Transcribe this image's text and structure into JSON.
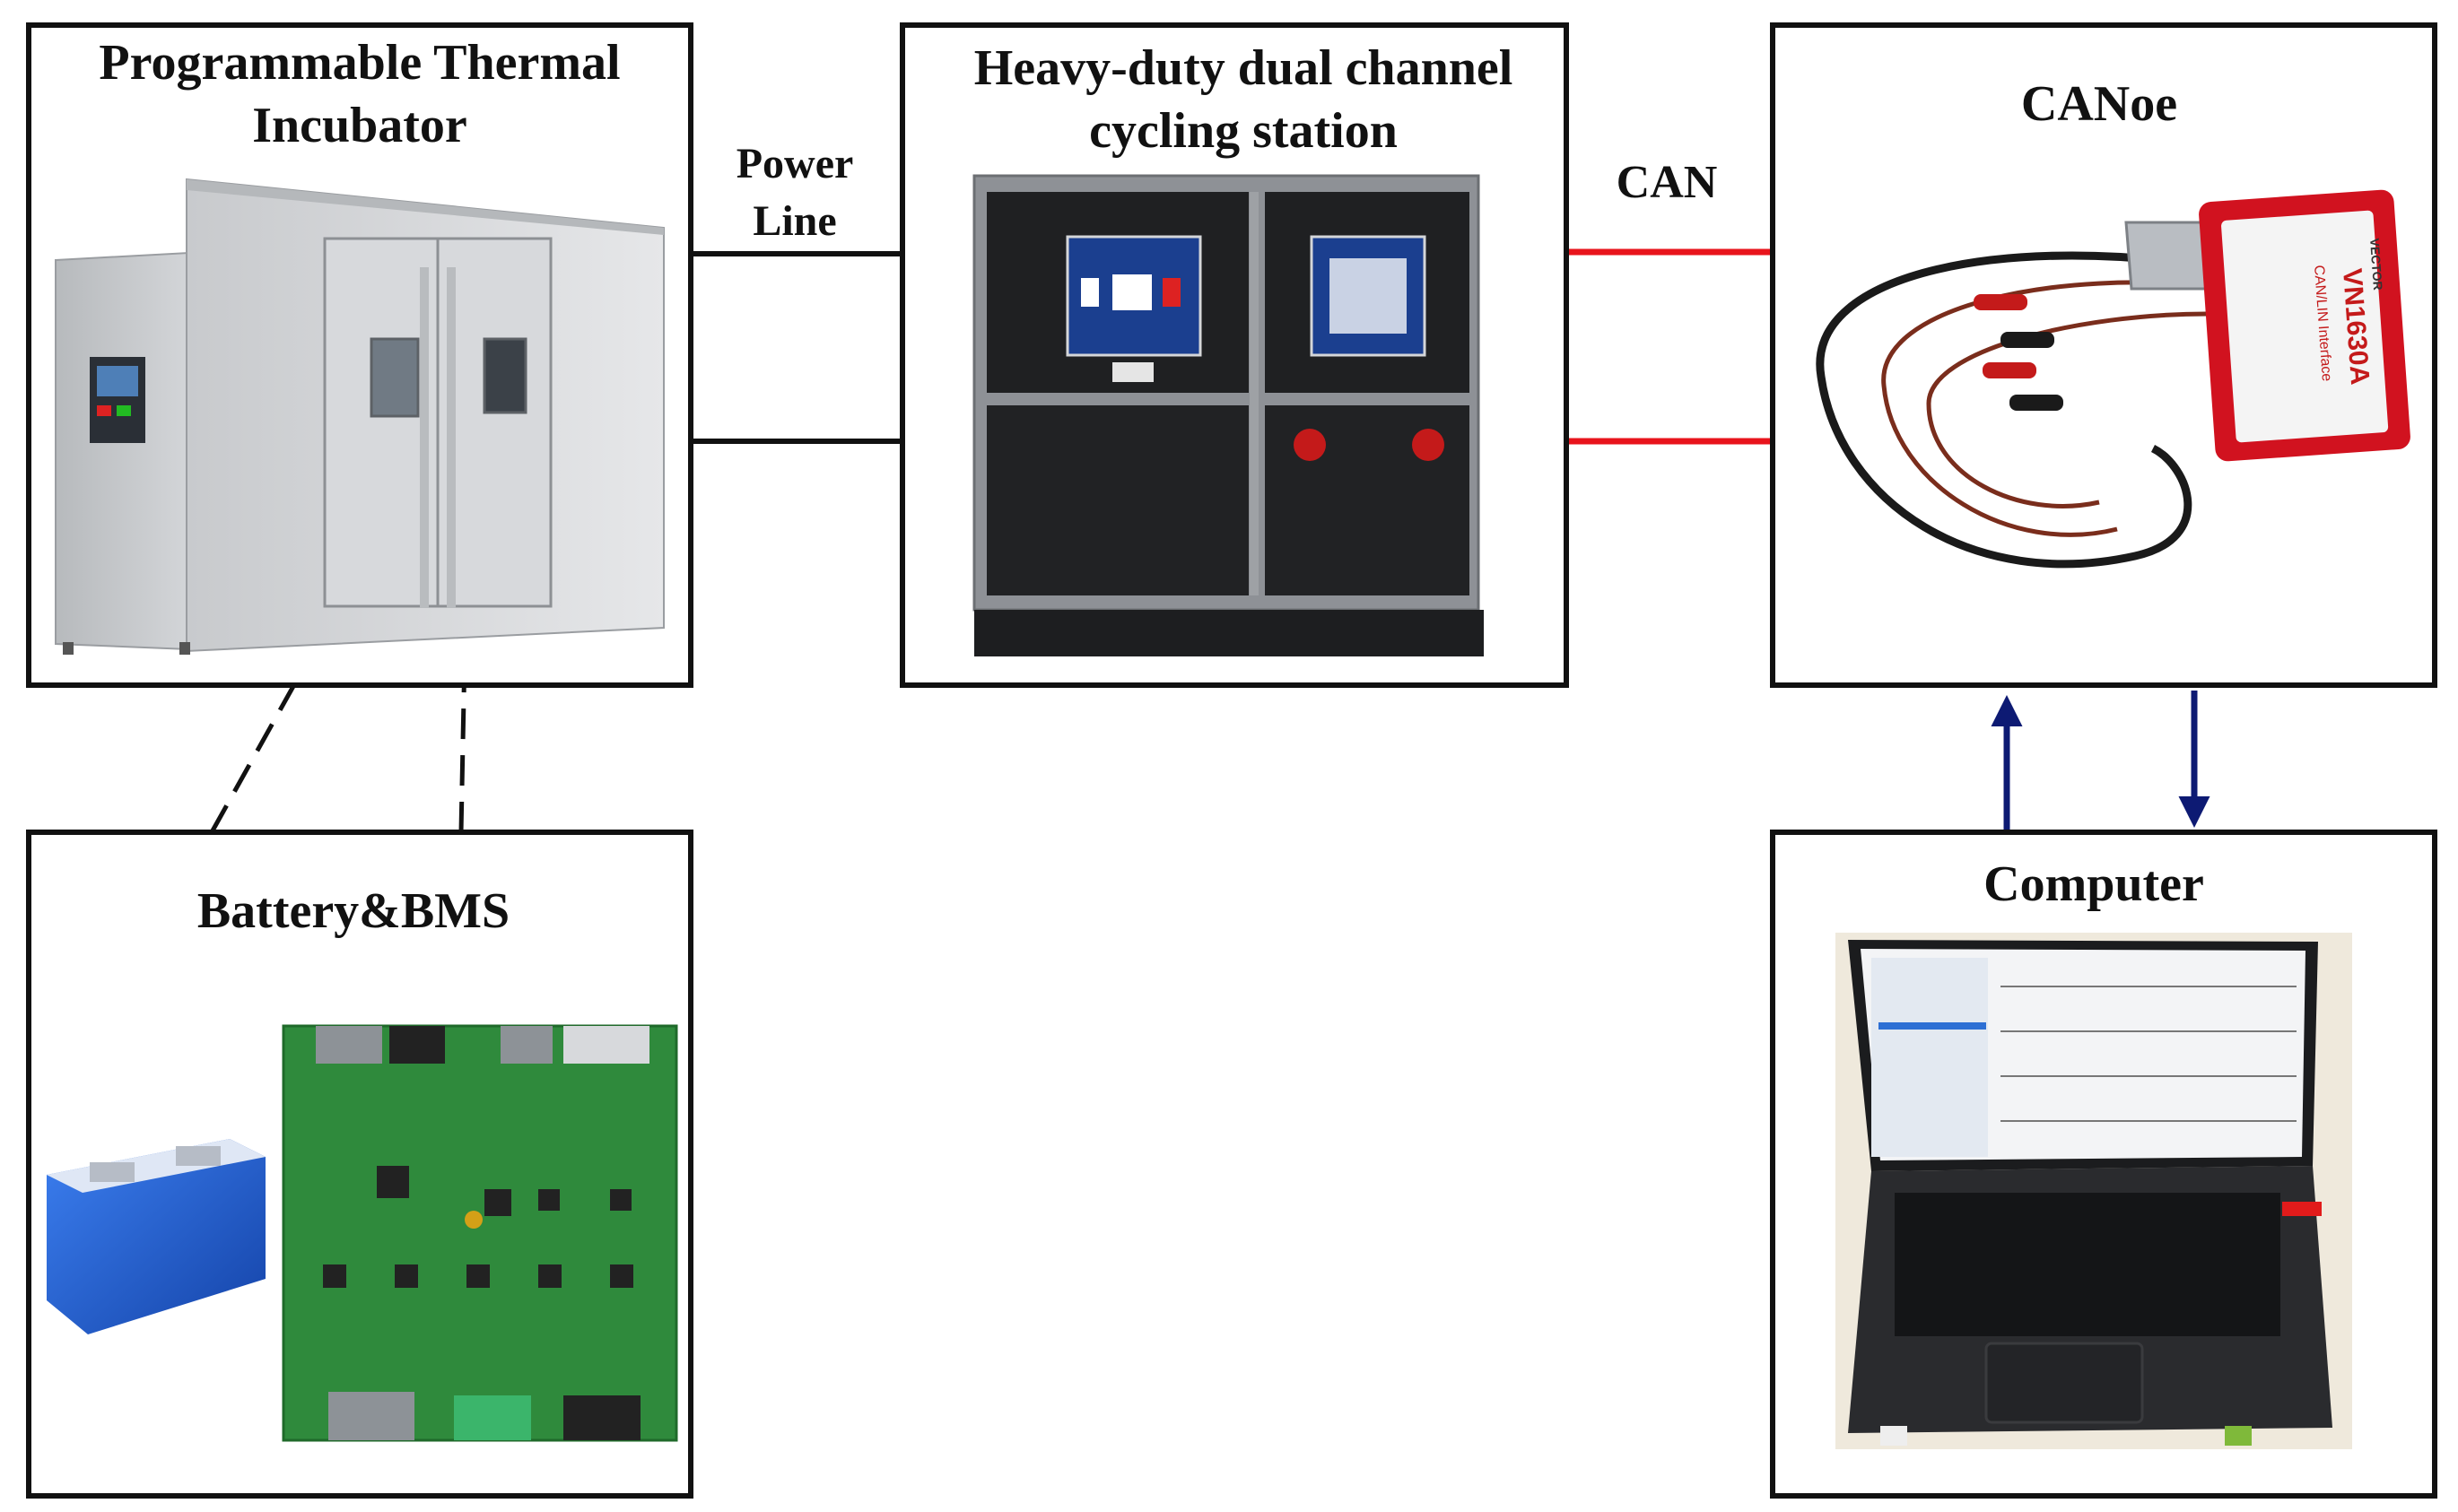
{
  "boxes": {
    "incubator": {
      "title_line1": "Programmable Thermal",
      "title_line2": "Incubator"
    },
    "cycler": {
      "title_line1": "Heavy-duty dual channel",
      "title_line2": "cycling station"
    },
    "canoe": {
      "title": "CANoe",
      "device_brand": "VECTOR",
      "device_model": "VN1630A",
      "device_subtitle": "CAN/LIN Interface"
    },
    "battery": {
      "title": "Battery&BMS"
    },
    "computer": {
      "title": "Computer"
    }
  },
  "connections": {
    "power_line_1": "Power",
    "power_line_2": "Line",
    "can": "CAN"
  },
  "colors": {
    "box_border": "#111111",
    "power_line": "#111111",
    "can_line": "#e8141c",
    "arrow": "#0d1a73",
    "battery_blue": "#1f5fd1",
    "pcb_green": "#2f8a3c"
  }
}
